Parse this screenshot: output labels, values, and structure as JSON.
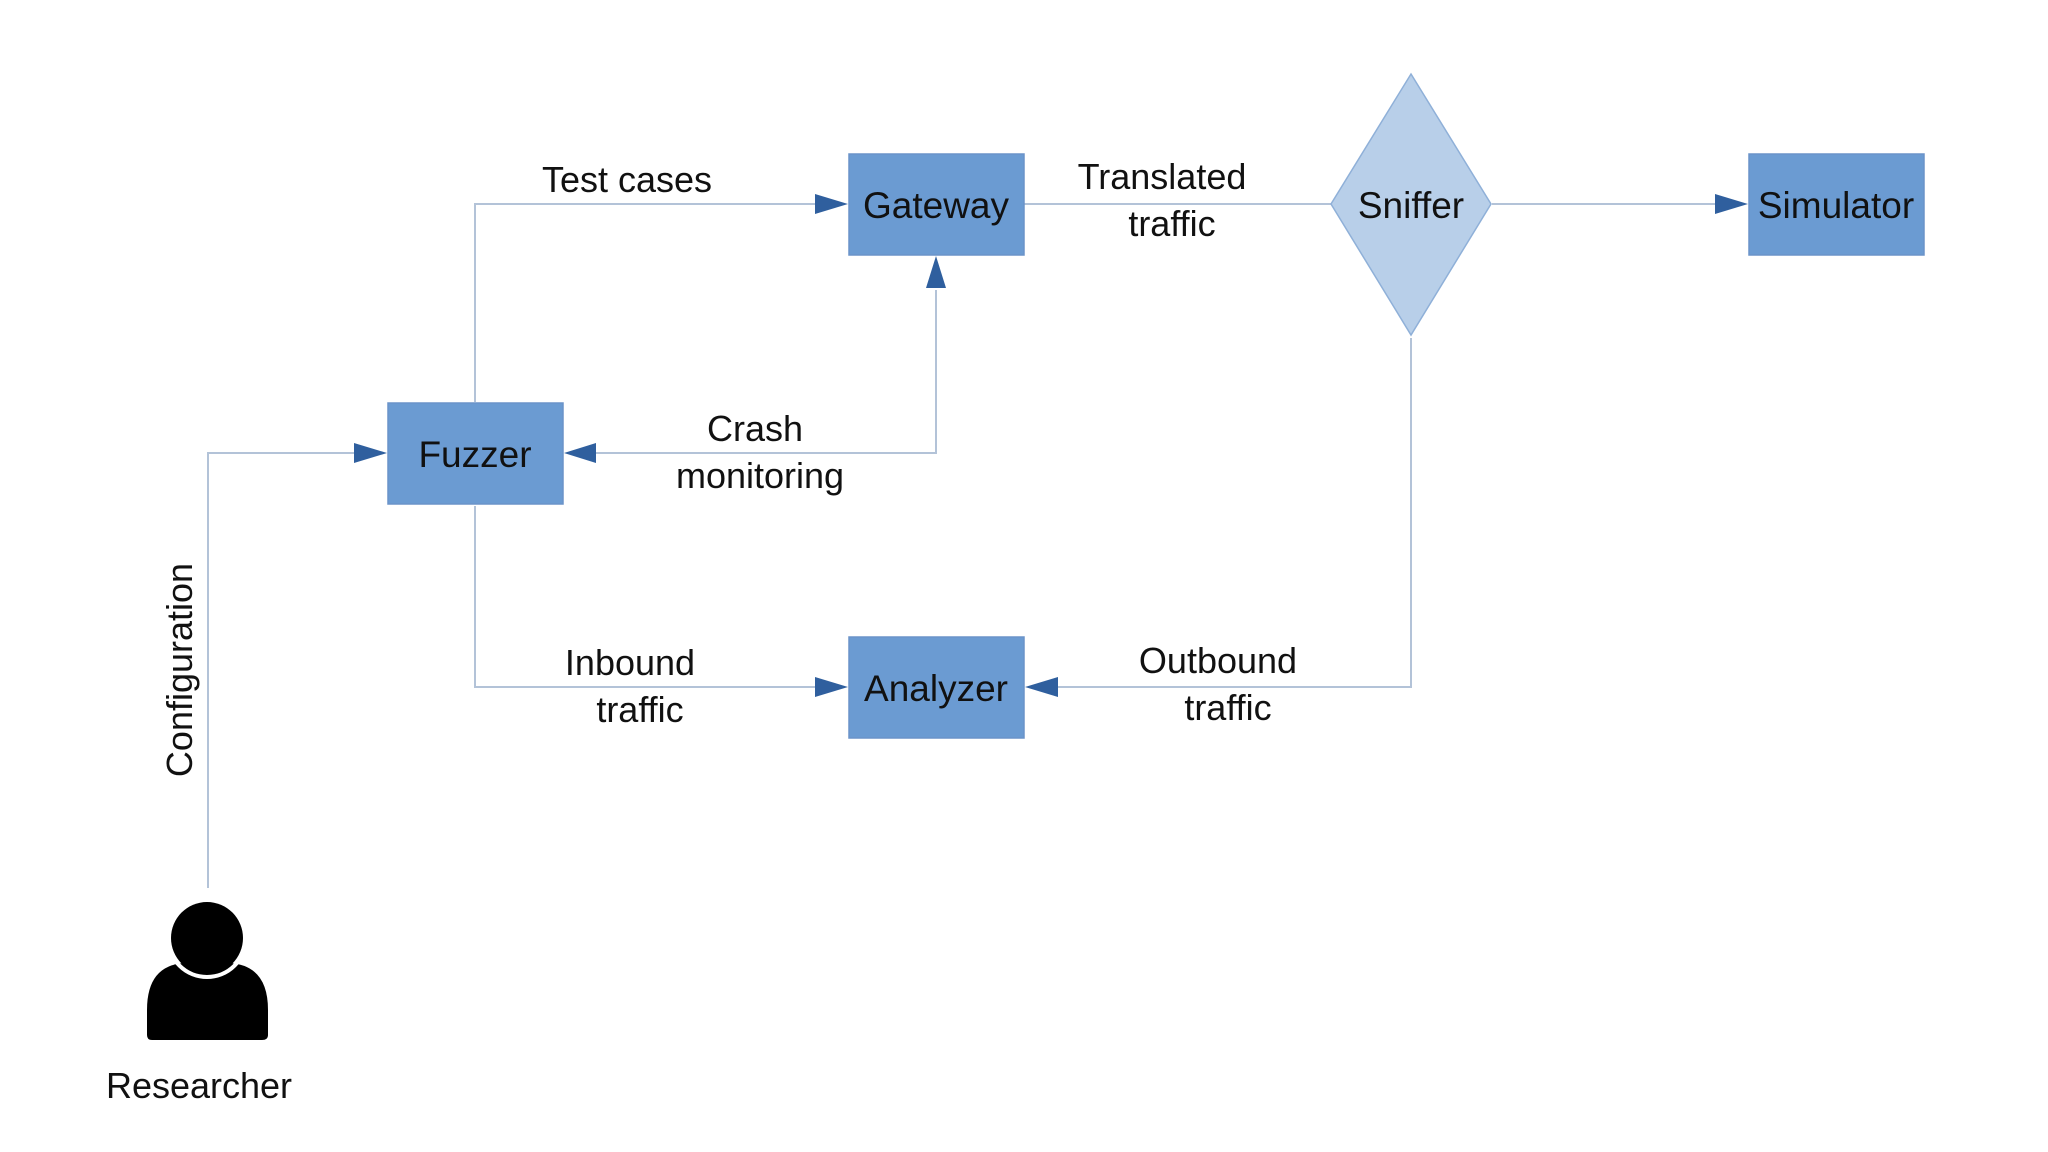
{
  "nodes": {
    "fuzzer": "Fuzzer",
    "gateway": "Gateway",
    "sniffer": "Sniffer",
    "simulator": "Simulator",
    "analyzer": "Analyzer",
    "researcher": "Researcher"
  },
  "edges": {
    "test_cases": "Test cases",
    "translated_traffic": [
      "Translated",
      "traffic"
    ],
    "crash_monitoring": [
      "Crash",
      "monitoring"
    ],
    "inbound_traffic": [
      "Inbound",
      "traffic"
    ],
    "outbound_traffic": [
      "Outbound",
      "traffic"
    ],
    "configuration": "Configuration"
  },
  "colors": {
    "box_fill": "#6b9bd2",
    "diamond_fill": "#b8cfe9",
    "connector": "#b3c3d8",
    "arrowhead": "#2f5f9e",
    "person_icon": "#000000"
  },
  "icons": {
    "researcher": "person-icon"
  }
}
